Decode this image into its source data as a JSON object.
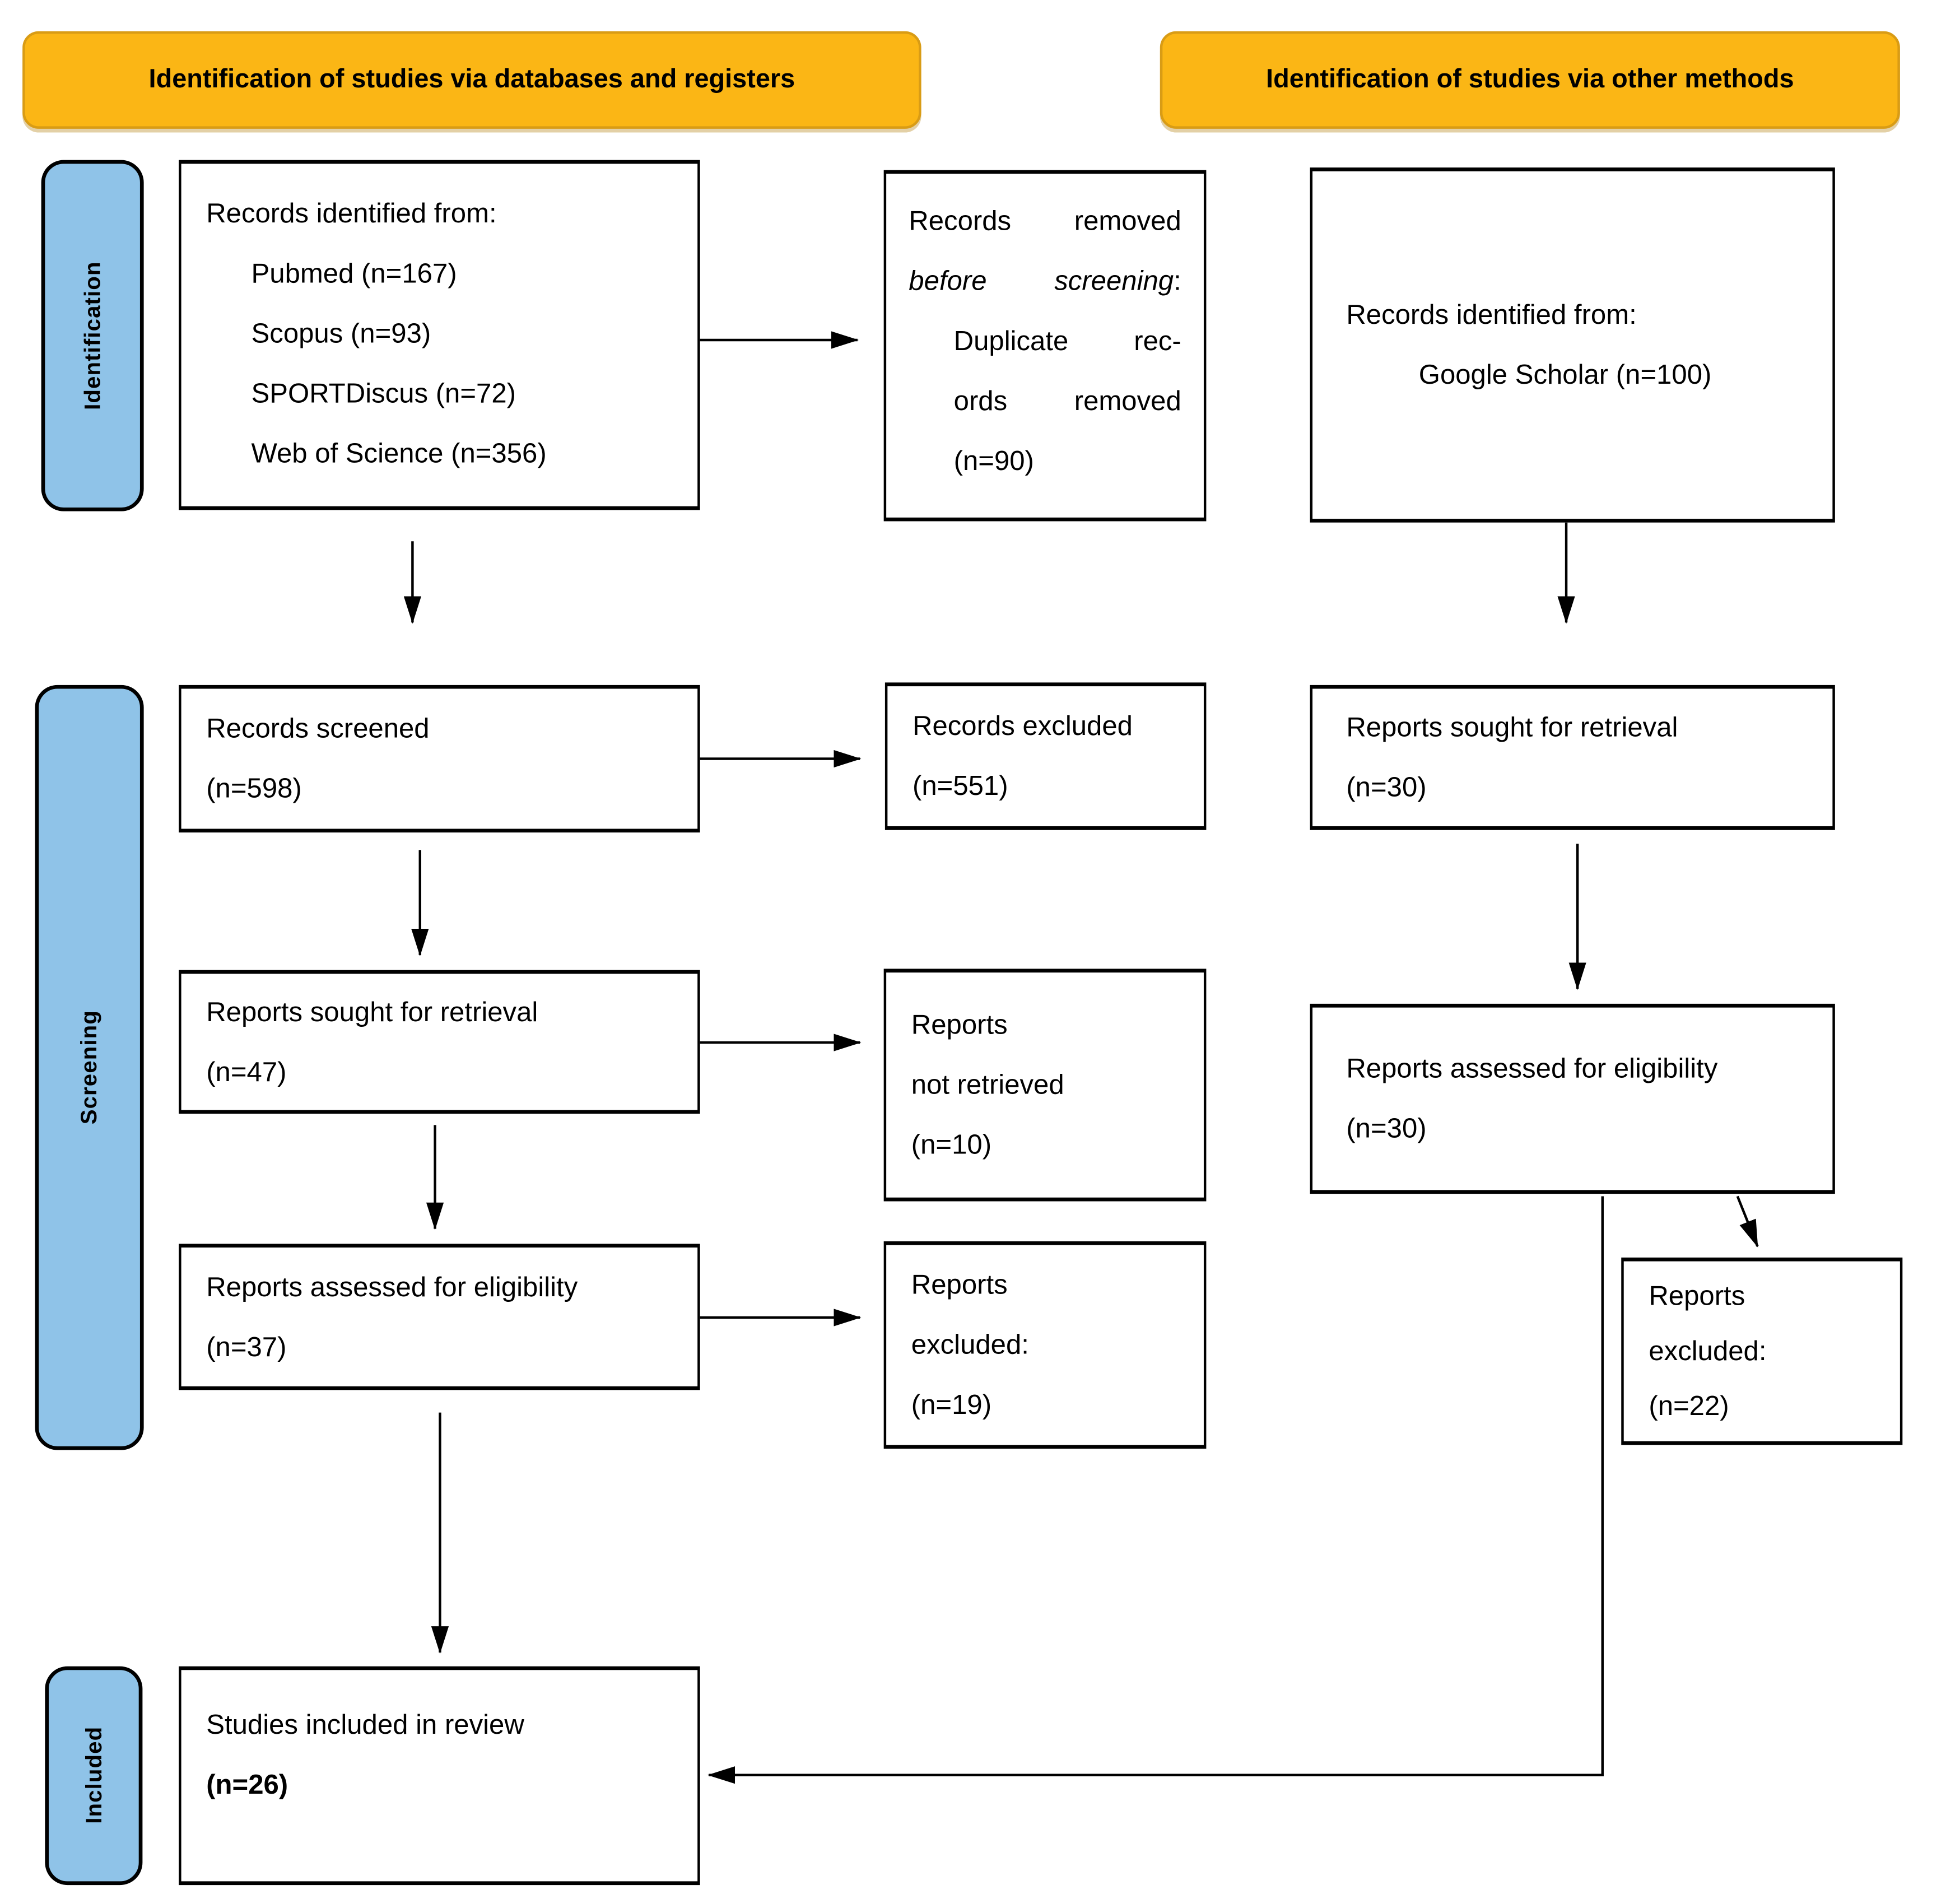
{
  "colors": {
    "header_bg": "#FBB615",
    "header_border": "#D99C15",
    "stage_bg": "#8FC3E8",
    "box_border": "#000000",
    "arrow": "#000000"
  },
  "headers": {
    "left": "Identification of studies via databases and registers",
    "right": "Identification of studies via other methods"
  },
  "stages": {
    "identification": "Identification",
    "screening": "Screening",
    "included": "Included"
  },
  "boxes": {
    "records_identified_db": {
      "title": "Records identified from:",
      "items": [
        "Pubmed (n=167)",
        "Scopus (n=93)",
        "SPORTDiscus (n=72)",
        "Web of Science (n=356)"
      ]
    },
    "records_removed": {
      "line1_left": "Records",
      "line1_right": "removed",
      "line2_left": "before",
      "line2_right_italic": "screening",
      "line2_tail": ":",
      "line3_left": "Duplicate",
      "line3_right": "rec-",
      "line4_left": "ords",
      "line4_right": "removed",
      "line5": "(n=90)"
    },
    "records_identified_other": {
      "title": "Records identified from:",
      "item": "Google Scholar (n=100)"
    },
    "records_screened": {
      "line1": "Records screened",
      "line2": "(n=598)"
    },
    "records_excluded": {
      "line1": "Records excluded",
      "line2": "(n=551)"
    },
    "reports_sought_other": {
      "line1": "Reports sought for retrieval",
      "line2": "(n=30)"
    },
    "reports_sought_db": {
      "line1": "Reports sought for retrieval",
      "line2": "(n=47)"
    },
    "reports_not_retrieved": {
      "line1": "Reports",
      "line2": "not retrieved",
      "line3": "(n=10)"
    },
    "reports_assessed_other": {
      "line1": "Reports assessed for eligibility",
      "line2": "(n=30)"
    },
    "reports_assessed_db": {
      "line1": "Reports assessed for eligibility",
      "line2": "(n=37)"
    },
    "reports_excluded_db": {
      "line1": "Reports",
      "line2": "excluded:",
      "line3": "(n=19)"
    },
    "reports_excluded_other": {
      "line1": "Reports",
      "line2": "excluded:",
      "line3": "(n=22)"
    },
    "studies_included": {
      "line1": "Studies included in review",
      "line2": "(n=26)"
    }
  }
}
